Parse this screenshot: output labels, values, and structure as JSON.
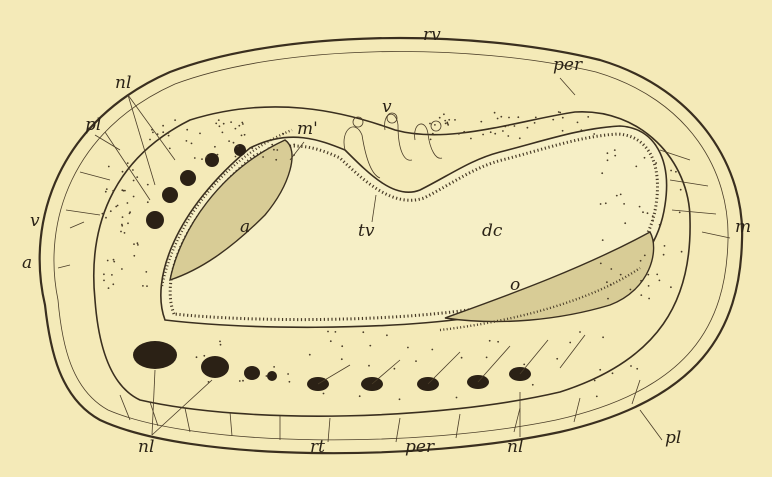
{
  "figure": {
    "colors": {
      "paper": "#f4eab8",
      "ink": "#3a2f1f",
      "mass": "#2b2115"
    },
    "labels": {
      "rv": "rv",
      "per_top": "per",
      "nl_top": "nl",
      "pl_left": "pl",
      "m_prime": "m'",
      "v_top": "v",
      "v_left": "v",
      "a_left": "a",
      "a_center": "a",
      "tv": "tv",
      "dc": "dc",
      "m_right": "m",
      "o": "o",
      "pl_right": "pl",
      "nl_bottom_left": "nl",
      "rt": "rt",
      "per_bottom": "per",
      "nl_bottom_right": "nl"
    }
  }
}
